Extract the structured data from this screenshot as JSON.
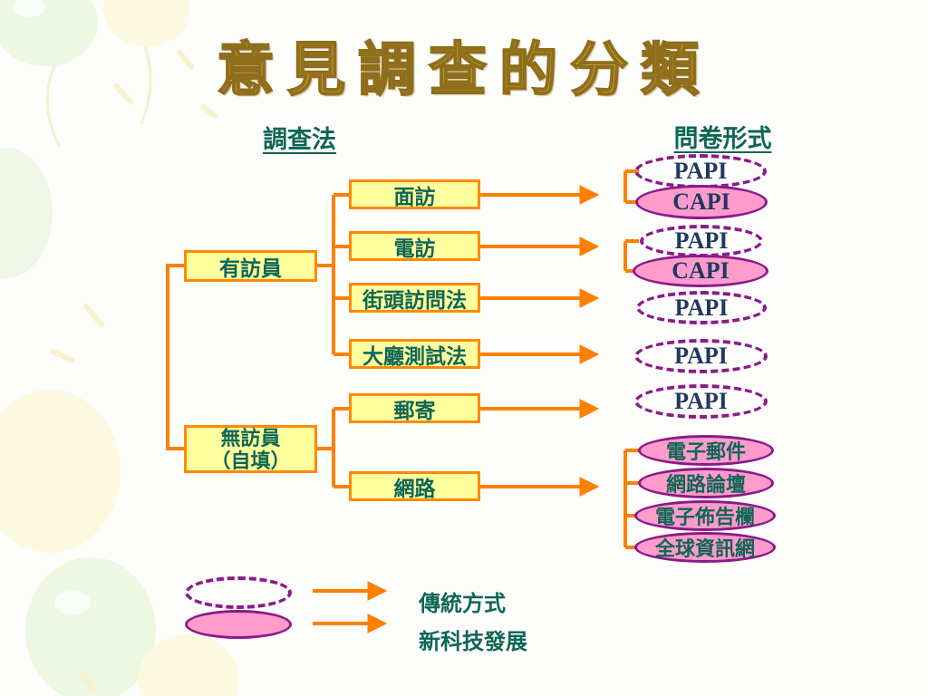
{
  "slide": {
    "title": "意見調查的分類"
  },
  "headers": {
    "survey_method": "調查法",
    "questionnaire_format": "問卷形式"
  },
  "tree": {
    "root_groups": [
      {
        "id": "with-interviewer",
        "label": "有訪員"
      },
      {
        "id": "without-interviewer",
        "label": "無訪員",
        "label2": "（自填）"
      }
    ],
    "methods": [
      {
        "id": "face-to-face",
        "label": "面訪"
      },
      {
        "id": "telephone",
        "label": "電訪"
      },
      {
        "id": "street-interview",
        "label": "街頭訪問法"
      },
      {
        "id": "hall-test",
        "label": "大廳測試法"
      },
      {
        "id": "mail",
        "label": "郵寄"
      },
      {
        "id": "internet",
        "label": "網路"
      }
    ]
  },
  "formats": [
    {
      "label": "PAPI",
      "type": "traditional",
      "linked_method": "面訪"
    },
    {
      "label": "CAPI",
      "type": "new-tech",
      "linked_method": "面訪"
    },
    {
      "label": "PAPI",
      "type": "traditional",
      "linked_method": "電訪"
    },
    {
      "label": "CAPI",
      "type": "new-tech",
      "linked_method": "電訪"
    },
    {
      "label": "PAPI",
      "type": "traditional",
      "linked_method": "街頭訪問法"
    },
    {
      "label": "PAPI",
      "type": "traditional",
      "linked_method": "大廳測試法"
    },
    {
      "label": "PAPI",
      "type": "traditional",
      "linked_method": "郵寄"
    },
    {
      "label": "電子郵件",
      "type": "new-tech",
      "linked_method": "網路"
    },
    {
      "label": "網路論壇",
      "type": "new-tech",
      "linked_method": "網路"
    },
    {
      "label": "電子佈告欄",
      "type": "new-tech",
      "linked_method": "網路"
    },
    {
      "label": "全球資訊網",
      "type": "new-tech",
      "linked_method": "網路"
    }
  ],
  "legend": {
    "traditional": {
      "label": "傳統方式",
      "symbol": "dashed-purple-ellipse"
    },
    "new_tech": {
      "label": "新科技發展",
      "symbol": "pink-filled-ellipse"
    }
  },
  "colors": {
    "connector": "#FF7F00",
    "box_fill": "#FFFF9E",
    "box_border": "#FF8A00",
    "ellipse_purple": "#8B1A8B",
    "ellipse_pink": "#FF9CCB",
    "format_text_navy": "#1F3864",
    "text_teal": "#0E6655",
    "title_gold": "#C9A02F"
  }
}
